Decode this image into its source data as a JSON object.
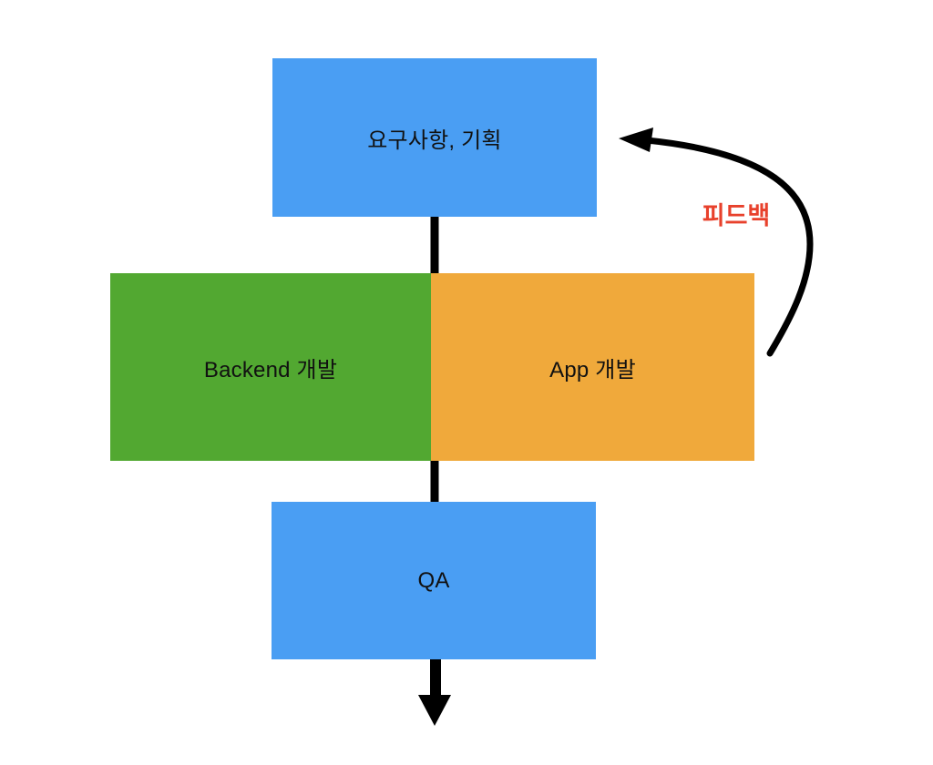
{
  "diagram": {
    "line_color": "#000000",
    "text_color": "#111111",
    "nodes": [
      {
        "id": "requirements",
        "label": "요구사항, 기획",
        "color": "#4A9EF3"
      },
      {
        "id": "backend",
        "label": "Backend 개발",
        "color": "#52A831"
      },
      {
        "id": "app",
        "label": "App 개발",
        "color": "#F0A93B"
      },
      {
        "id": "qa",
        "label": "QA",
        "color": "#4A9EF3"
      }
    ],
    "edges": [
      {
        "from": "requirements",
        "to": "backend,app",
        "style": "straight-line"
      },
      {
        "from": "backend,app",
        "to": "qa",
        "style": "straight-line"
      },
      {
        "from": "qa",
        "style": "arrow-down"
      },
      {
        "from": "app",
        "to": "requirements",
        "style": "curved-arrow",
        "label": "피드백"
      }
    ],
    "feedback": {
      "label": "피드백",
      "color": "#E8412C"
    }
  }
}
